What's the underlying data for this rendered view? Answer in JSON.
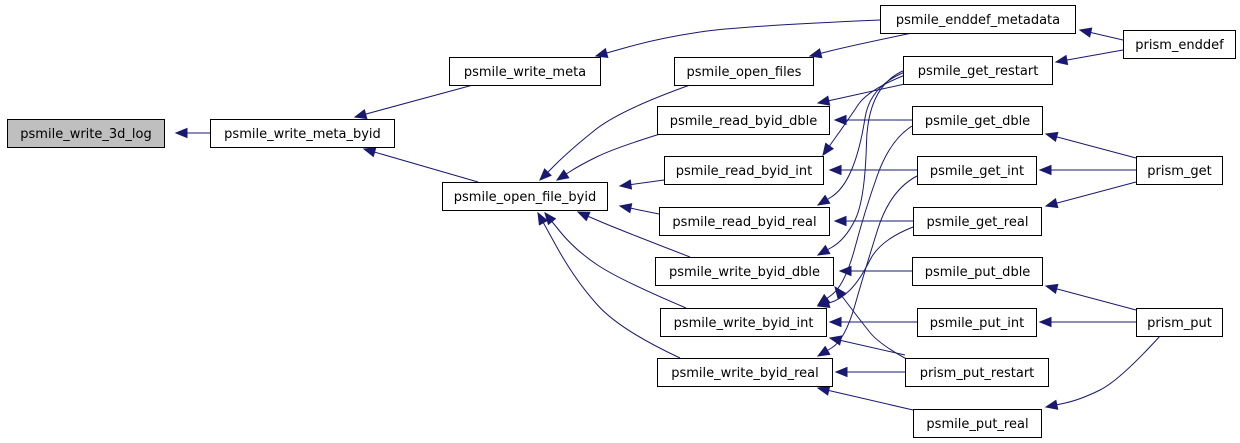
{
  "colors": {
    "edge": "#191970",
    "node_fill": "#ffffff",
    "root_fill": "#bfbfbf",
    "node_border": "#000000"
  },
  "nodes": {
    "psmile_write_3d_log": "psmile_write_3d_log",
    "psmile_write_meta_byid": "psmile_write_meta_byid",
    "psmile_write_meta": "psmile_write_meta",
    "psmile_open_file_byid": "psmile_open_file_byid",
    "psmile_open_files": "psmile_open_files",
    "psmile_read_byid_dble": "psmile_read_byid_dble",
    "psmile_read_byid_int": "psmile_read_byid_int",
    "psmile_read_byid_real": "psmile_read_byid_real",
    "psmile_write_byid_dble": "psmile_write_byid_dble",
    "psmile_write_byid_int": "psmile_write_byid_int",
    "psmile_write_byid_real": "psmile_write_byid_real",
    "psmile_enddef_metadata": "psmile_enddef_metadata",
    "psmile_get_restart": "psmile_get_restart",
    "psmile_get_dble": "psmile_get_dble",
    "psmile_get_int": "psmile_get_int",
    "psmile_get_real": "psmile_get_real",
    "psmile_put_dble": "psmile_put_dble",
    "psmile_put_int": "psmile_put_int",
    "prism_put_restart": "prism_put_restart",
    "psmile_put_real": "psmile_put_real",
    "prism_enddef": "prism_enddef",
    "prism_get": "prism_get",
    "prism_put": "prism_put"
  }
}
